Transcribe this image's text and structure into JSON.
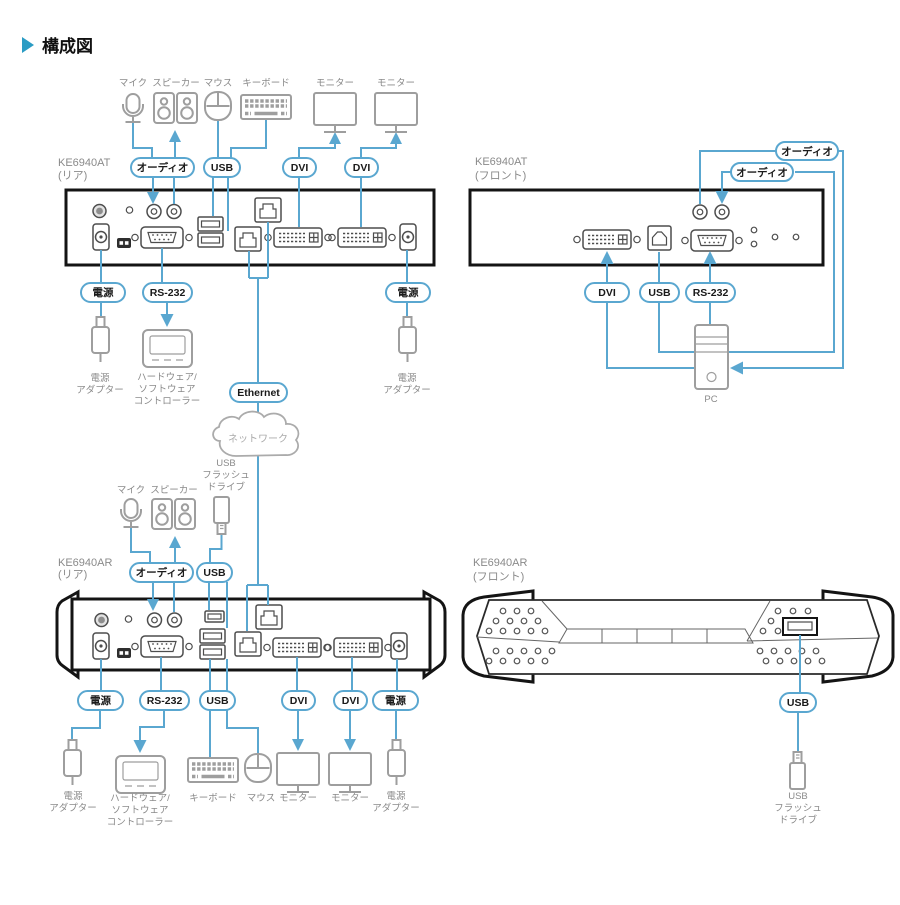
{
  "title": "構成図",
  "colors": {
    "blue": "#5AA7D0",
    "title-blue": "#2B9CC4",
    "icon-gray": "#9E9E9E",
    "port-gray": "#4D4D4D",
    "panel-black": "#141414",
    "label-gray": "#8A8A8A",
    "cloud-gray": "#ABABAB",
    "text-dark": "#1A1A1A"
  },
  "devices": {
    "at_rear": {
      "model": "KE6940AT",
      "view": "(リア)"
    },
    "at_front": {
      "model": "KE6940AT",
      "view": "(フロント)"
    },
    "ar_rear": {
      "model": "KE6940AR",
      "view": "(リア)"
    },
    "ar_front": {
      "model": "KE6940AR",
      "view": "(フロント)"
    }
  },
  "pills": {
    "audio": "オーディオ",
    "usb": "USB",
    "dvi": "DVI",
    "power": "電源",
    "rs232": "RS-232",
    "ethernet": "Ethernet"
  },
  "labels": {
    "mic": "マイク",
    "speaker": "スピーカー",
    "mouse": "マウス",
    "keyboard": "キーボード",
    "monitor": "モニター",
    "pc": "PC",
    "network": "ネットワーク",
    "power_adapter_line1": "電源",
    "power_adapter_line2": "アダプター",
    "controller_line1": "ハードウェア/",
    "controller_line2": "ソフトウェア",
    "controller_line3": "コントローラー",
    "usb_flash_line1": "USB",
    "usb_flash_line2": "フラッシュ",
    "usb_flash_line3": "ドライブ"
  }
}
